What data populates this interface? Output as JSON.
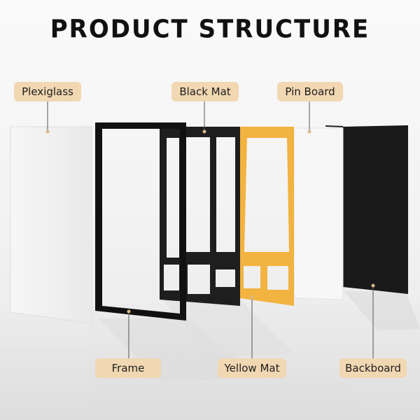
{
  "title": "PRODUCT STRUCTURE",
  "labels": {
    "plexiglass": "Plexiglass",
    "black_mat": "Black Mat",
    "pin_board": "Pin Board",
    "frame": "Frame",
    "yellow_mat": "Yellow Mat",
    "backboard": "Backboard"
  },
  "colors": {
    "label_bg": "#f1d7b2",
    "frame": "#111111",
    "black_mat": "#1e1e1e",
    "yellow_mat": "#f2b340",
    "backboard": "#1a1a1a",
    "plexiglass": "#f4f4f4",
    "pin_board": "#f7f7f7"
  }
}
